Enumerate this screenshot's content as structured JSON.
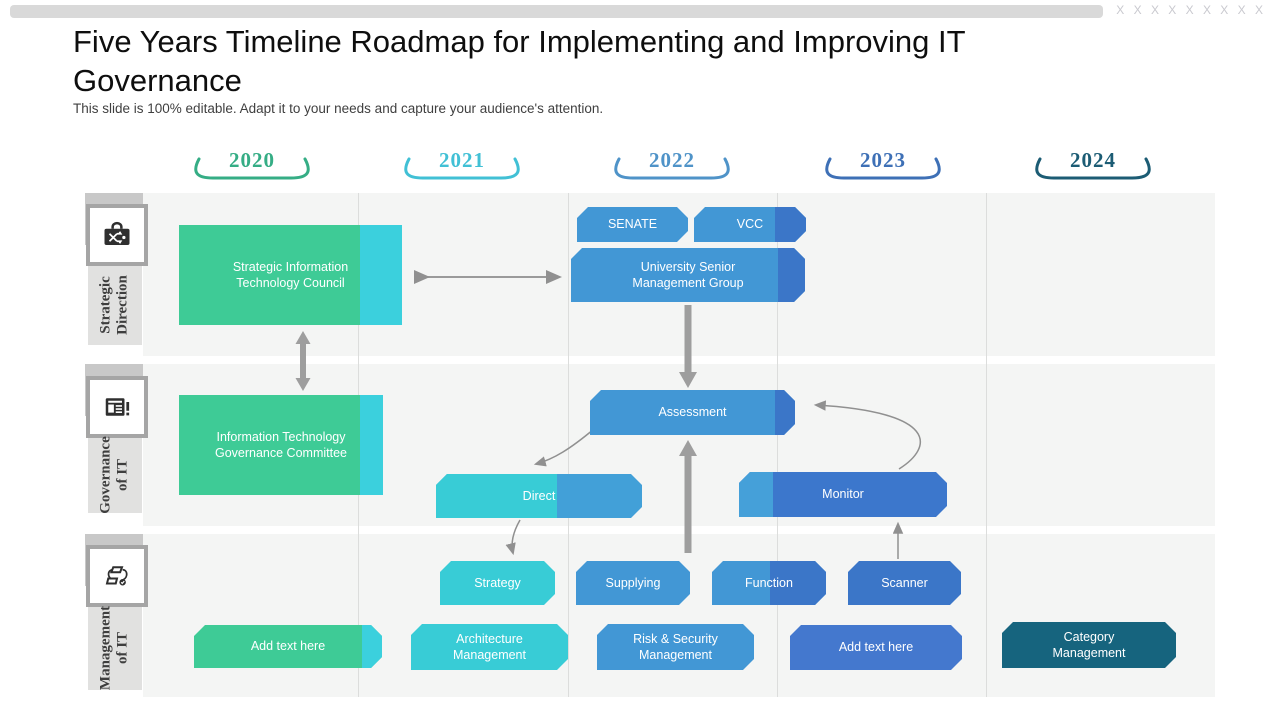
{
  "slide": {
    "title": "Five Years Timeline Roadmap for Implementing and Improving IT Governance",
    "subtitle": "This slide is 100% editable. Adapt it to your needs and capture your audience's attention.",
    "watermark": "X X X X X X X X X"
  },
  "timeline": {
    "years": [
      {
        "label": "2020",
        "color": "#35ad85"
      },
      {
        "label": "2021",
        "color": "#41c0d5"
      },
      {
        "label": "2022",
        "color": "#4f93c8"
      },
      {
        "label": "2023",
        "color": "#3e70b6"
      },
      {
        "label": "2024",
        "color": "#1c5c74"
      }
    ]
  },
  "rows": [
    {
      "label": "Strategic Direction",
      "icon": "strategy-route-icon"
    },
    {
      "label": "Governance of IT",
      "icon": "report-document-icon"
    },
    {
      "label": "Management of IT",
      "icon": "workflow-icon"
    }
  ],
  "boxes": {
    "strategic_council": {
      "label": "Strategic Information Technology Council",
      "color": "#3ecb96",
      "accent": "#3bd0dd"
    },
    "senate": {
      "label": "SENATE",
      "color": "#4297d5"
    },
    "vcc": {
      "label": "VCC",
      "color": "#4297d5",
      "accent": "#3b76c8"
    },
    "usmg": {
      "label": "University Senior Management Group",
      "color": "#4297d5",
      "accent": "#3b76c8"
    },
    "itgc": {
      "label": "Information Technology Governance Committee",
      "color": "#3ecb96",
      "accent": "#3bd0dd"
    },
    "assessment": {
      "label": "Assessment",
      "color": "#4297d5",
      "accent": "#3b76c8"
    },
    "direct": {
      "label": "Direct",
      "color": "#38ccd6",
      "accent": "#42a0d8"
    },
    "monitor": {
      "label": "Monitor",
      "color": "#3c77cc",
      "accent": "#45a0d9"
    },
    "strategy": {
      "label": "Strategy",
      "color": "#38ccd6"
    },
    "supplying": {
      "label": "Supplying",
      "color": "#4297d5"
    },
    "function": {
      "label": "Function",
      "color": "#4297d5",
      "accent": "#3b76c8"
    },
    "scanner": {
      "label": "Scanner",
      "color": "#3b76c8"
    },
    "add_text_1": {
      "label": "Add text here",
      "color": "#3ecb96",
      "accent": "#3bd0dd"
    },
    "architecture": {
      "label": "Architecture Management",
      "color": "#38ccd6"
    },
    "risk_security": {
      "label": "Risk & Security Management",
      "color": "#4297d5"
    },
    "add_text_2": {
      "label": "Add text here",
      "color": "#4478ce"
    },
    "category": {
      "label": "Category Management",
      "color": "#16647e"
    }
  }
}
